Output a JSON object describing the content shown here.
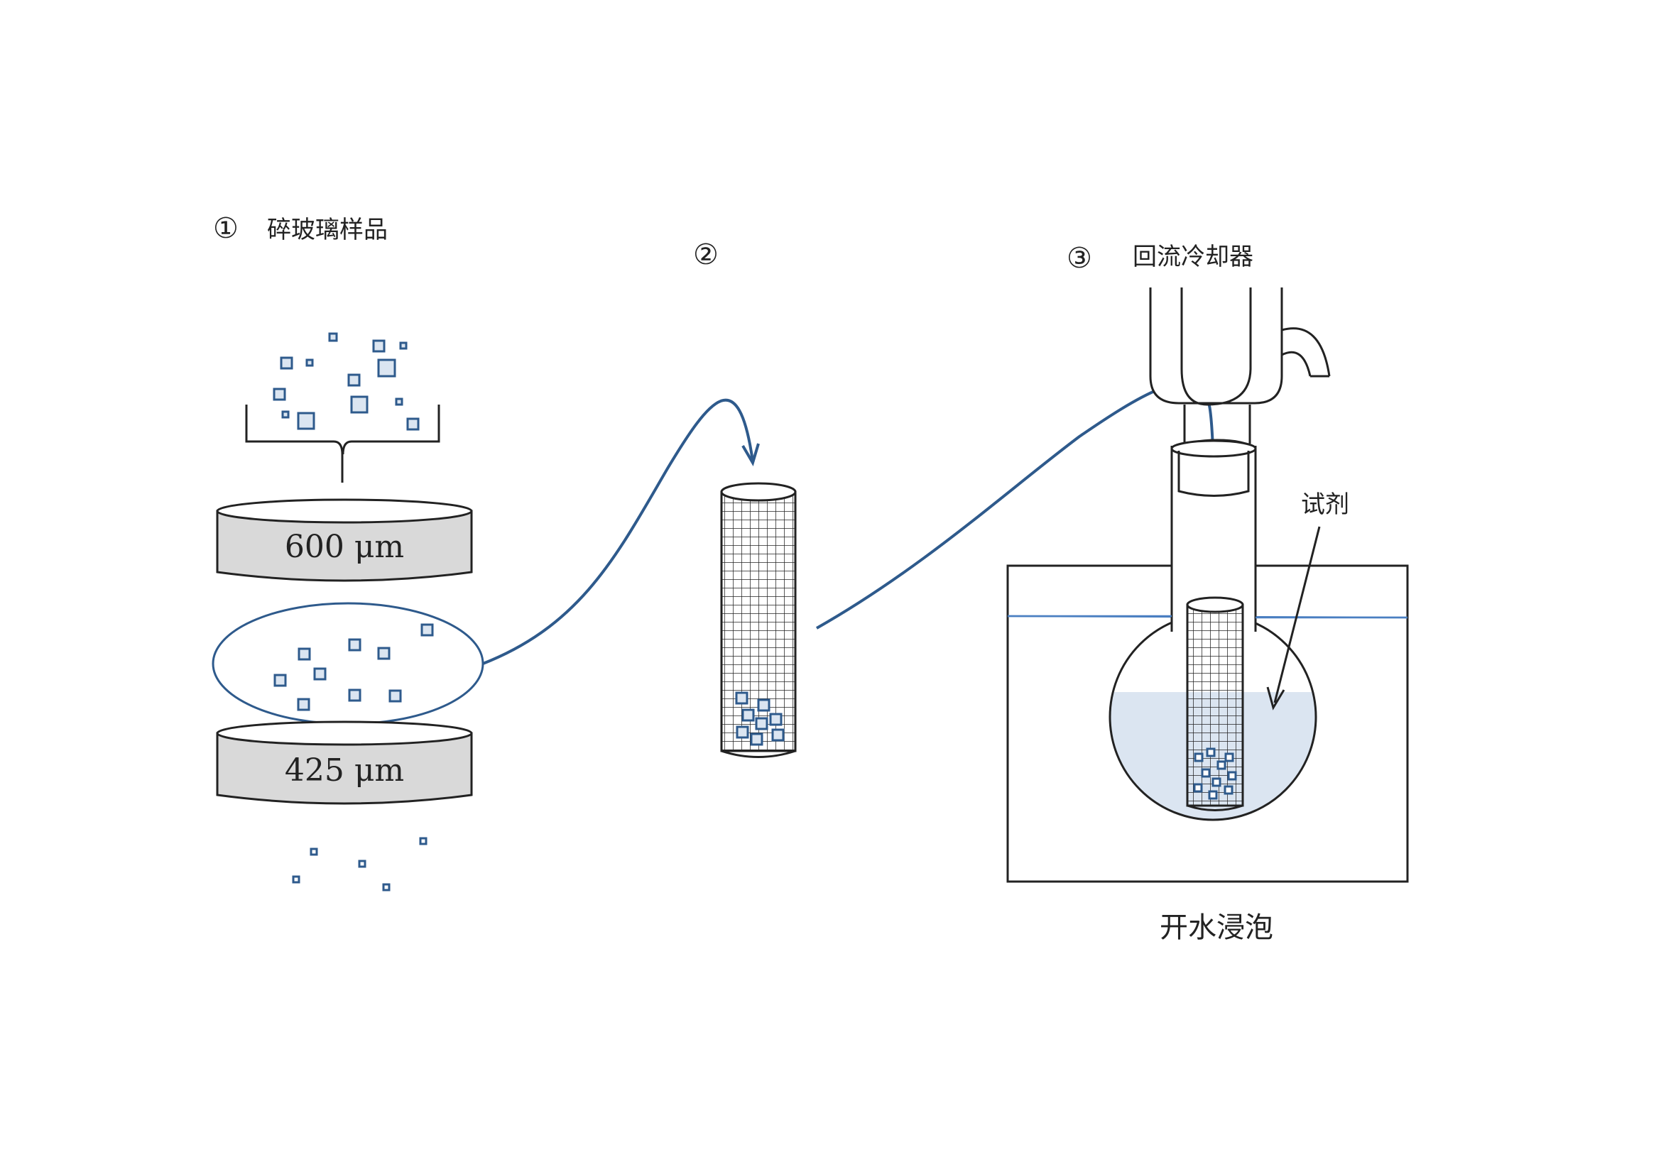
{
  "step1": {
    "number": "①",
    "label": "碎玻璃样品"
  },
  "step2": {
    "number": "②"
  },
  "step3": {
    "number": "③",
    "label": "回流冷却器"
  },
  "sieve_top": {
    "label": "600 μm"
  },
  "sieve_bottom": {
    "label": "425 μm"
  },
  "reagent": {
    "label": "试剂"
  },
  "bath": {
    "label": "开水浸泡"
  },
  "colors": {
    "line": "#2e5a8c",
    "fragment_fill": "#dbe5f1",
    "sieve_fill": "#d9d9d9",
    "solution_fill": "#dbe5f1",
    "water_line": "#4a7fc1"
  }
}
